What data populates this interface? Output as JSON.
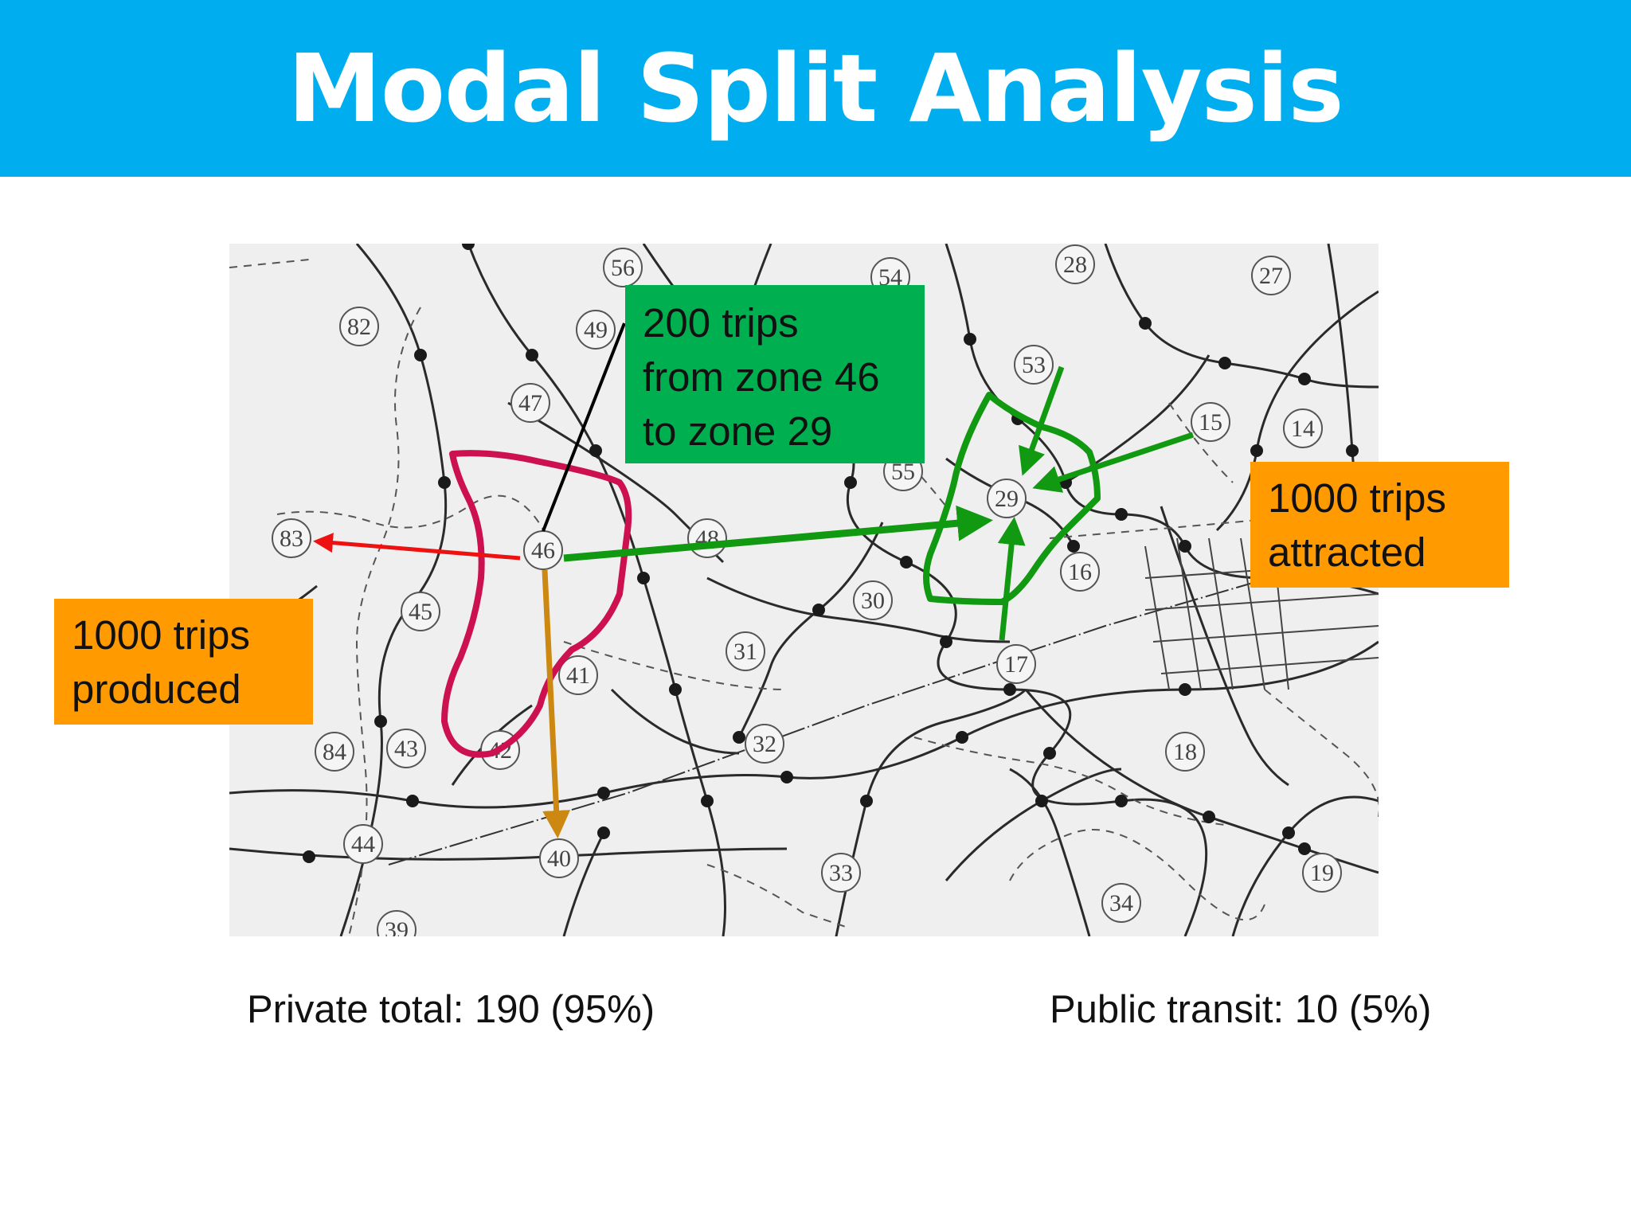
{
  "slide": {
    "title": "Modal Split Analysis"
  },
  "callouts": {
    "od_trips": [
      "200 trips",
      "from zone 46",
      "to zone 29"
    ],
    "attracted": [
      "1000 trips",
      "attracted"
    ],
    "produced": [
      "1000 trips",
      "produced"
    ]
  },
  "summary": {
    "private": "Private total: 190 (95%)",
    "public": "Public transit: 10 (5%)"
  },
  "zones": [
    "82",
    "56",
    "49",
    "47",
    "28",
    "27",
    "53",
    "15",
    "14",
    "55",
    "29",
    "16",
    "83",
    "46",
    "48",
    "30",
    "45",
    "31",
    "17",
    "41",
    "84",
    "43",
    "42",
    "32",
    "18",
    "44",
    "40",
    "33",
    "34",
    "19",
    "39",
    "54"
  ],
  "colors": {
    "title_bar": "#00AEEF",
    "origin_zone": "#CC1050",
    "destination_zone": "#119911",
    "callout_green": "#00B050",
    "callout_orange": "#FF9A00",
    "arrow_red": "#EE1111",
    "arrow_orange": "#CC8811"
  }
}
